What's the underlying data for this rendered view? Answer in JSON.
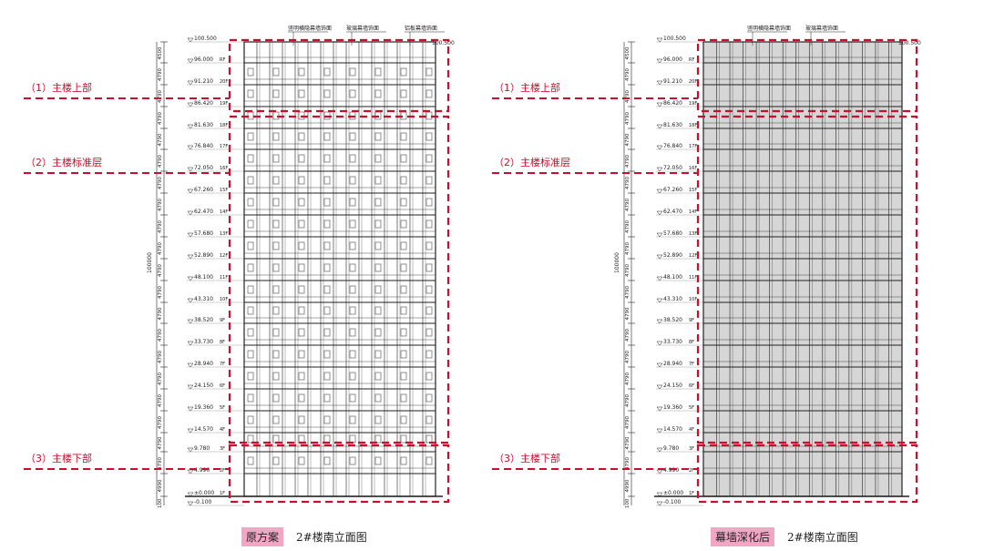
{
  "zone_labels": [
    "（1）主楼上部",
    "（2）主楼标准层",
    "（3）主楼下部"
  ],
  "panels": [
    {
      "id": "original",
      "tag": "原方案",
      "title": "2#楼南立面图",
      "top_notes": [
        "竖明横隐幕墙饰面",
        "玻璃幕墙饰面",
        "铝板幕墙饰面"
      ],
      "total_height": "100000",
      "dims": [
        "4500",
        "4790",
        "4790",
        "4790",
        "4790",
        "4790",
        "4790",
        "4790",
        "4790",
        "4790",
        "4790",
        "4790",
        "4790",
        "4790",
        "4790",
        "4790",
        "4790",
        "4790",
        "4790",
        "4790",
        "4990",
        "100"
      ],
      "elevations": [
        {
          "value": "100.500",
          "floor": ""
        },
        {
          "value": "96.000",
          "floor": "RF"
        },
        {
          "value": "91.210",
          "floor": "20F"
        },
        {
          "value": "86.420",
          "floor": "19F"
        },
        {
          "value": "81.630",
          "floor": "18F"
        },
        {
          "value": "76.840",
          "floor": "17F"
        },
        {
          "value": "72.050",
          "floor": "16F"
        },
        {
          "value": "67.260",
          "floor": "15F"
        },
        {
          "value": "62.470",
          "floor": "14F"
        },
        {
          "value": "57.680",
          "floor": "13F"
        },
        {
          "value": "52.890",
          "floor": "12F"
        },
        {
          "value": "48.100",
          "floor": "11F"
        },
        {
          "value": "43.310",
          "floor": "10F"
        },
        {
          "value": "38.520",
          "floor": "9F"
        },
        {
          "value": "33.730",
          "floor": "8F"
        },
        {
          "value": "28.940",
          "floor": "7F"
        },
        {
          "value": "24.150",
          "floor": "6F"
        },
        {
          "value": "19.360",
          "floor": "5F"
        },
        {
          "value": "14.570",
          "floor": "4F"
        },
        {
          "value": "9.780",
          "floor": "3F"
        },
        {
          "value": "4.990",
          "floor": "2F"
        },
        {
          "value": "±0.000",
          "floor": "1F"
        },
        {
          "value": "-0.100",
          "floor": ""
        }
      ],
      "roof_label": "100.500"
    },
    {
      "id": "deepened",
      "tag": "幕墙深化后",
      "title": "2#楼南立面图",
      "top_notes": [
        "竖明横隐幕墙饰面",
        "玻璃幕墙饰面"
      ],
      "total_height": "100000",
      "dims": [
        "4500",
        "4790",
        "4790",
        "4790",
        "4790",
        "4790",
        "4790",
        "4790",
        "4790",
        "4790",
        "4790",
        "4790",
        "4790",
        "4790",
        "4790",
        "4790",
        "4790",
        "4790",
        "4790",
        "4790",
        "4990",
        "100"
      ],
      "elevations": [
        {
          "value": "100.500",
          "floor": ""
        },
        {
          "value": "96.000",
          "floor": "RF"
        },
        {
          "value": "91.210",
          "floor": "20F"
        },
        {
          "value": "86.420",
          "floor": "19F"
        },
        {
          "value": "81.630",
          "floor": "18F"
        },
        {
          "value": "76.840",
          "floor": "17F"
        },
        {
          "value": "72.050",
          "floor": "16F"
        },
        {
          "value": "67.260",
          "floor": "15F"
        },
        {
          "value": "62.470",
          "floor": "14F"
        },
        {
          "value": "57.680",
          "floor": "13F"
        },
        {
          "value": "52.890",
          "floor": "12F"
        },
        {
          "value": "48.100",
          "floor": "11F"
        },
        {
          "value": "43.310",
          "floor": "10F"
        },
        {
          "value": "38.520",
          "floor": "9F"
        },
        {
          "value": "33.730",
          "floor": "8F"
        },
        {
          "value": "28.940",
          "floor": "7F"
        },
        {
          "value": "24.150",
          "floor": "6F"
        },
        {
          "value": "19.360",
          "floor": "5F"
        },
        {
          "value": "14.570",
          "floor": "4F"
        },
        {
          "value": "9.780",
          "floor": "3F"
        },
        {
          "value": "4.990",
          "floor": "2F"
        },
        {
          "value": "±0.000",
          "floor": "1F"
        },
        {
          "value": "-0.100",
          "floor": ""
        }
      ],
      "roof_label": "100.500"
    }
  ],
  "colors": {
    "annotation_red": "#c8102e",
    "line_dark": "#222222",
    "facade_shade": "#d6d6d6",
    "tag_pink": "#f3a6c4"
  }
}
